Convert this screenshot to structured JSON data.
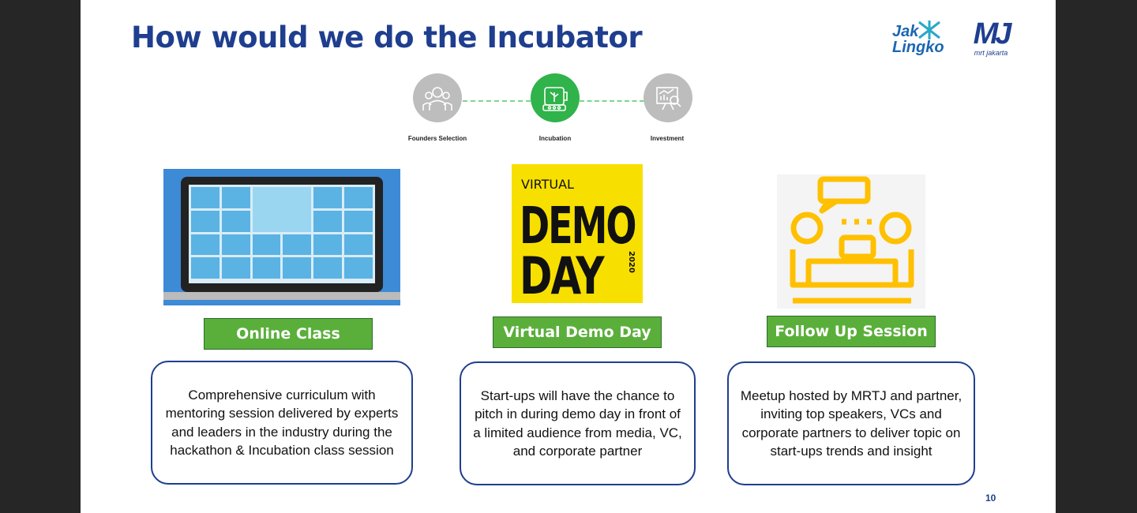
{
  "title": "How would we do the Incubator",
  "logos": {
    "jaklingko_line1": "Jak",
    "jaklingko_line2": "Lingko",
    "mrt_mark": "MJ",
    "mrt_text": "mrt jakarta"
  },
  "steps": [
    {
      "label": "Founders Selection"
    },
    {
      "label": "Incubation"
    },
    {
      "label": "Investment"
    }
  ],
  "cards": [
    {
      "label": "Online Class",
      "description": "Comprehensive curriculum with mentoring session delivered by experts and leaders in the industry during the hackathon & Incubation class session"
    },
    {
      "label": "Virtual Demo Day",
      "description": "Start-ups will have the chance to pitch in during demo day in front of a limited audience from media, VC, and corporate partner"
    },
    {
      "label": "Follow Up Session",
      "description": "Meetup hosted by MRTJ and partner, inviting top speakers, VCs and corporate partners to deliver topic on start-ups trends and insight"
    }
  ],
  "demo_image": {
    "line1": "VIRTUAL",
    "line2": "DEMO",
    "line3": "DAY",
    "year": "2020"
  },
  "page_number": "10"
}
